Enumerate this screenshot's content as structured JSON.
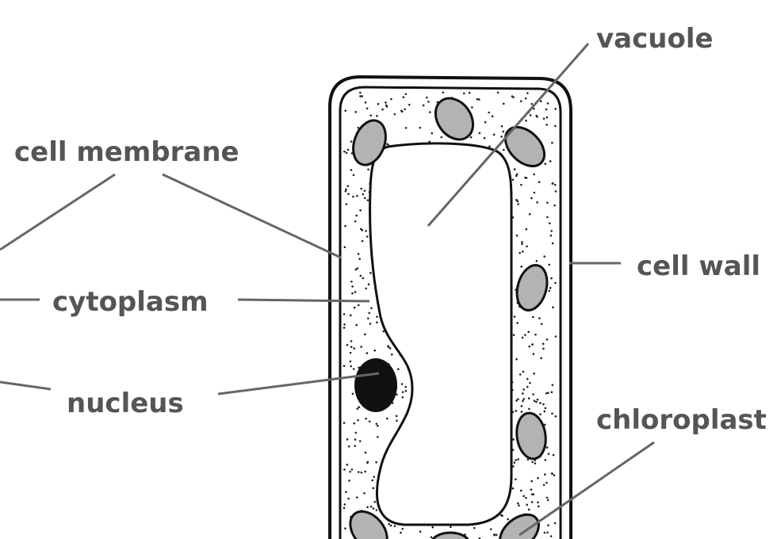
{
  "labels": {
    "vacuole": "vacuole",
    "cell_membrane": "cell membrane",
    "cytoplasm": "cytoplasm",
    "nucleus": "nucleus",
    "cell_wall": "cell wall",
    "chloroplast": "chloroplast"
  },
  "colors": {
    "label_text": "#555555",
    "leader_line": "#666666",
    "chloroplast_fill": "#b3b3b3",
    "nucleus_fill": "#111111"
  }
}
